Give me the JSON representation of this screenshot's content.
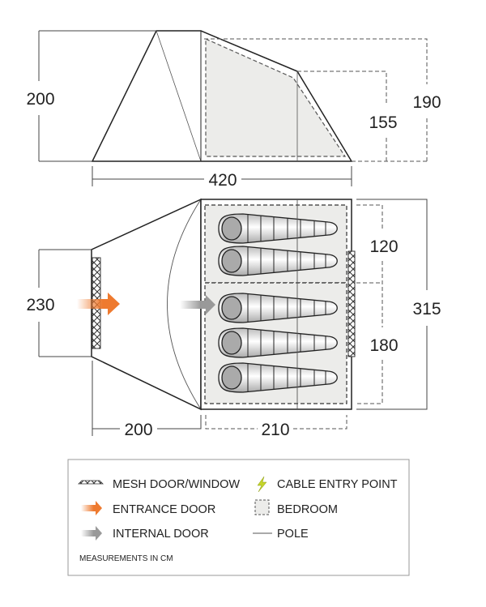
{
  "side_view": {
    "height_total": "200",
    "bedroom_height_front": "190",
    "bedroom_height_rear": "155",
    "length_total": "420"
  },
  "plan_view": {
    "entrance_width": "230",
    "total_width": "315",
    "bedroom_1_width": "120",
    "bedroom_2_width": "180",
    "porch_length": "200",
    "bedroom_length": "210",
    "sleeping_bags": 5
  },
  "legend": {
    "mesh": "MESH DOOR/WINDOW",
    "cable": "CABLE ENTRY POINT",
    "entrance": "ENTRANCE DOOR",
    "bedroom": "BEDROOM",
    "internal": "INTERNAL DOOR",
    "pole": "POLE",
    "note": "MEASUREMENTS IN CM"
  },
  "colors": {
    "entrance_arrow": "#ee7a2f",
    "internal_arrow": "#999999",
    "bedroom_fill": "#ececea",
    "cable_icon": "#c5d52a"
  }
}
